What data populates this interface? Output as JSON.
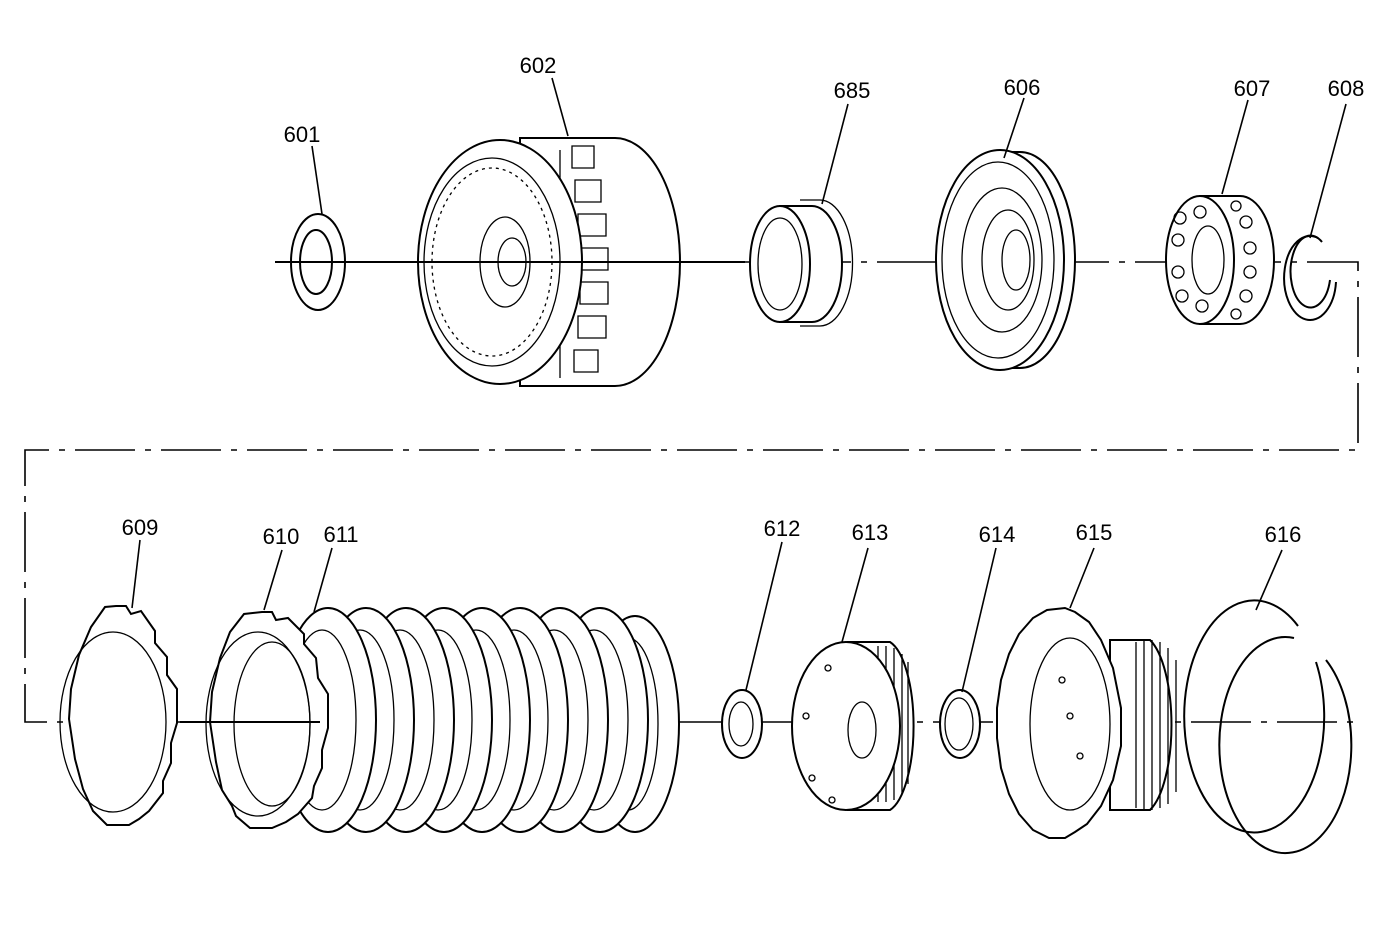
{
  "diagram": {
    "callouts": [
      {
        "id": "601"
      },
      {
        "id": "602"
      },
      {
        "id": "685"
      },
      {
        "id": "606"
      },
      {
        "id": "607"
      },
      {
        "id": "608"
      },
      {
        "id": "609"
      },
      {
        "id": "610"
      },
      {
        "id": "611"
      },
      {
        "id": "612"
      },
      {
        "id": "613"
      },
      {
        "id": "614"
      },
      {
        "id": "615"
      },
      {
        "id": "616"
      }
    ]
  }
}
